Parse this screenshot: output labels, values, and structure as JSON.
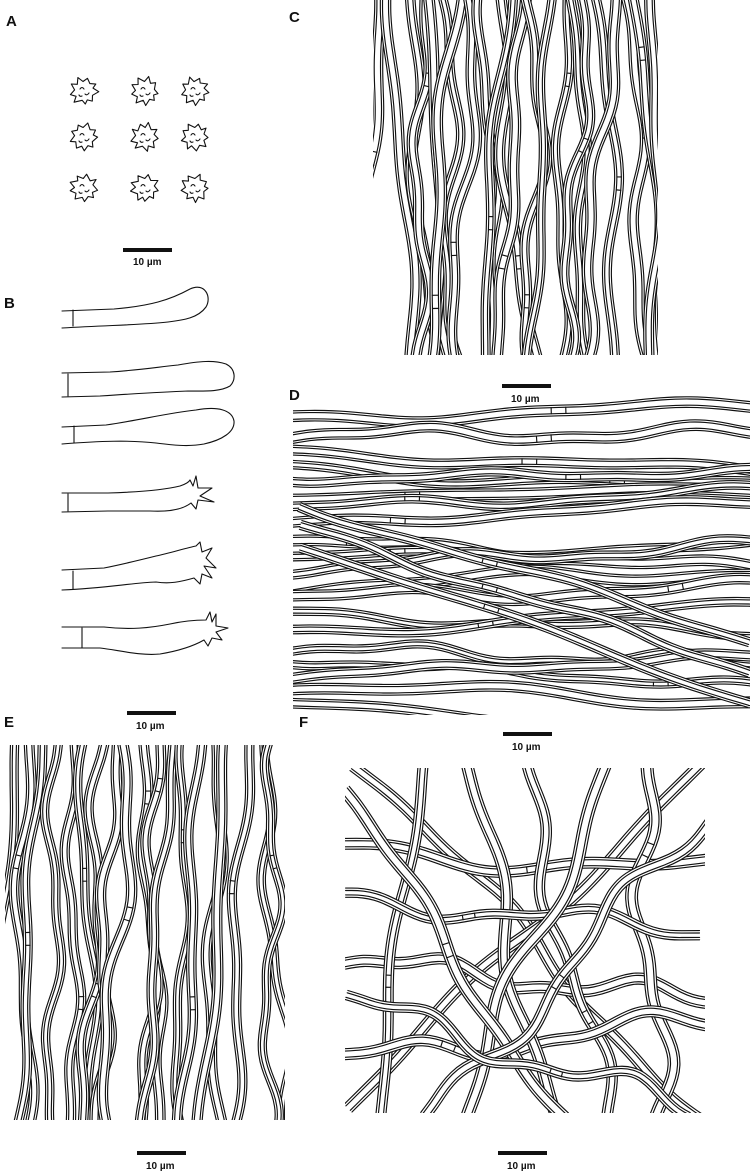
{
  "panels": [
    {
      "id": "A",
      "label": "A",
      "scale_label": "10 µm"
    },
    {
      "id": "B",
      "label": "B"
    },
    {
      "id": "C",
      "label": "C"
    },
    {
      "id": "D",
      "label": "D",
      "scale_label": "10 µm"
    },
    {
      "id": "E",
      "label": "E",
      "scale_label": "10 µm"
    },
    {
      "id": "F",
      "label": "F",
      "scale_label": "10 µm"
    }
  ],
  "extra_scale_labels": [
    "10 µm",
    "10 µm"
  ],
  "colors": {
    "ink": "#111111",
    "background": "#ffffff"
  }
}
